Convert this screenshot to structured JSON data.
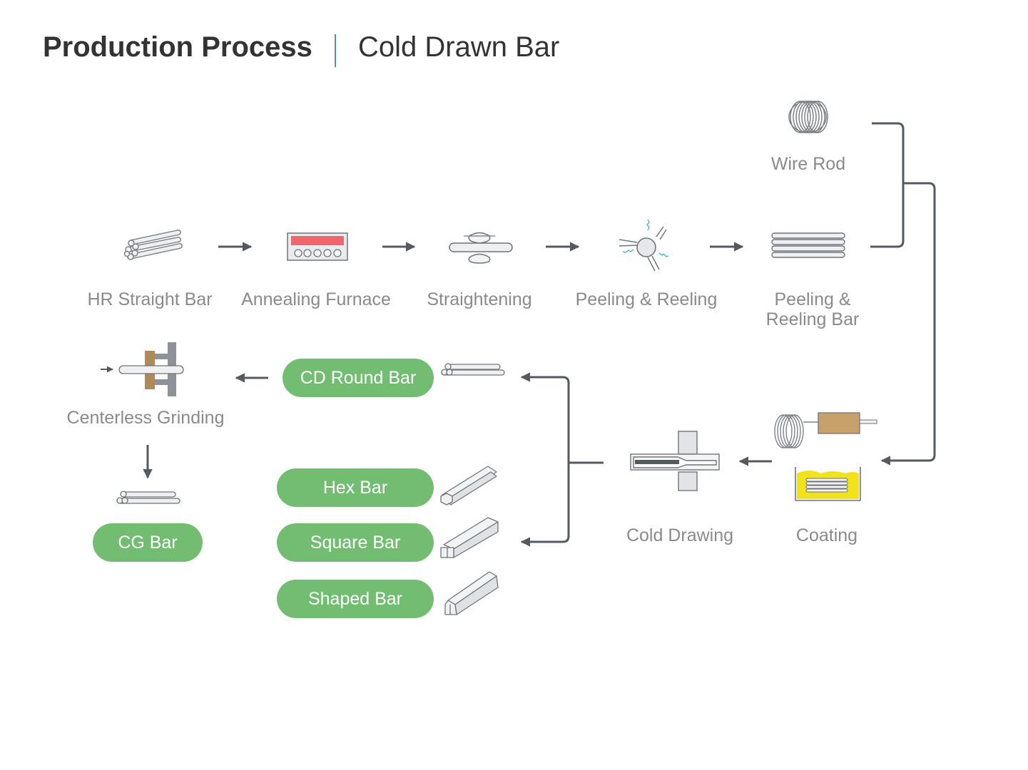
{
  "header": {
    "title": "Production Process",
    "subtitle": "Cold Drawn Bar"
  },
  "steps": {
    "wire_rod": "Wire Rod",
    "hr_straight_bar": "HR Straight Bar",
    "annealing_furnace": "Annealing Furnace",
    "straightening": "Straightening",
    "peeling_reeling": "Peeling & Reeling",
    "peeling_reeling_bar_1": "Peeling &",
    "peeling_reeling_bar_2": "Reeling Bar",
    "centerless_grinding": "Centerless Grinding",
    "cold_drawing": "Cold Drawing",
    "coating": "Coating"
  },
  "products": {
    "cd_round_bar": "CD Round Bar",
    "hex_bar": "Hex Bar",
    "square_bar": "Square Bar",
    "shaped_bar": "Shaped Bar",
    "cg_bar": "CG Bar"
  },
  "colors": {
    "accent_green": "#72bd72",
    "arrow": "#555a61",
    "divider_blue": "#4a90c9",
    "label_gray": "#8a8a8a",
    "furnace_red": "#f0676b",
    "coating_yellow": "#f2e21b",
    "grinding_wheel": "#b0895a",
    "spark_cyan": "#35b6c8"
  }
}
